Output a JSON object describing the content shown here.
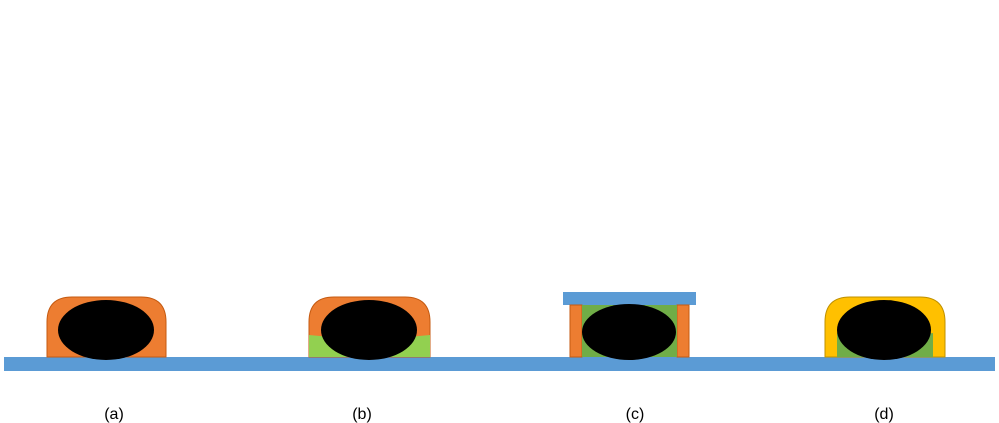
{
  "labels": {
    "a": "(a)",
    "b": "(b)",
    "c": "(c)",
    "d": "(d)"
  },
  "colors": {
    "substrate": "#5b9bd5",
    "orange_layer": "#ed7d31",
    "green_layer": "#92d050",
    "dark_green_layer": "#70ad47",
    "yellow_layer": "#ffc000",
    "core": "#000000",
    "background": "#ffffff"
  }
}
